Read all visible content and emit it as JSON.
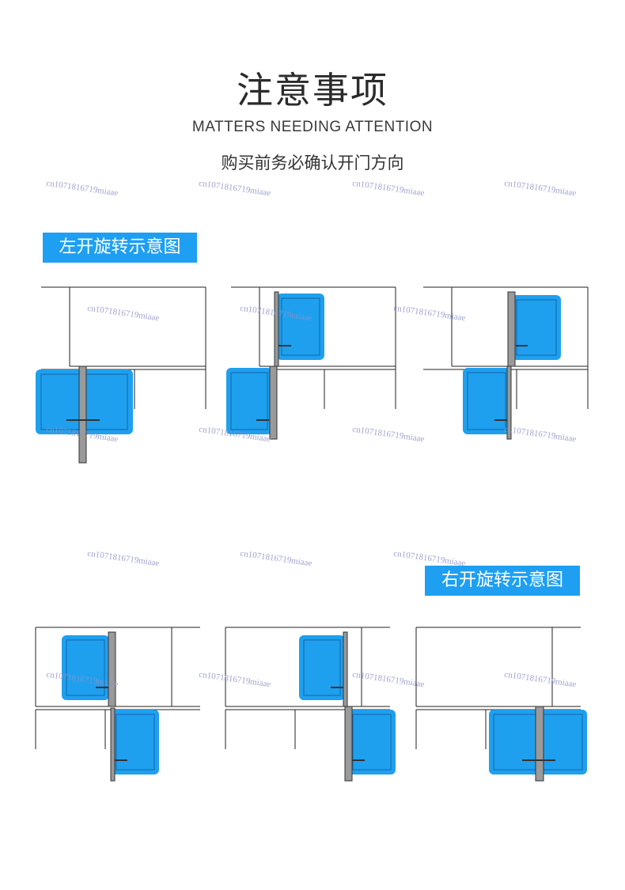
{
  "header": {
    "title": "注意事项",
    "subtitle": "MATTERS NEEDING ATTENTION",
    "note": "购买前务必确认开门方向"
  },
  "sections": {
    "left": {
      "label": "左开旋转示意图"
    },
    "right": {
      "label": "右开旋转示意图"
    }
  },
  "watermark": "cn1071816719miaae",
  "colors": {
    "door_fill": "#1ea0ee",
    "door_inner_line": "#1565a8",
    "hinge_bar": "#9a9a9a",
    "label_bg": "#1e9ff2",
    "line": "#222222"
  }
}
